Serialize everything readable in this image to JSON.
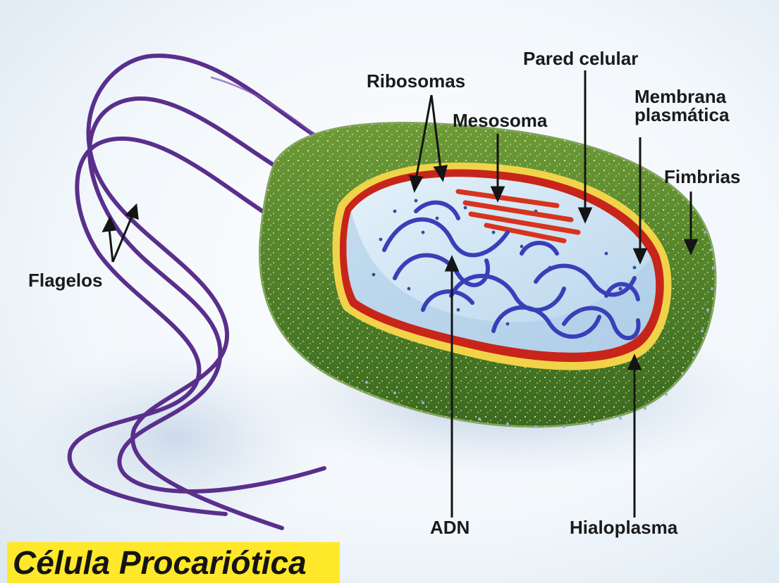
{
  "title": "Célula Procariótica",
  "labels": {
    "pared_celular": "Pared celular",
    "ribosomas": "Ribosomas",
    "mesosoma": "Mesosoma",
    "membrana_line1": "Membrana",
    "membrana_line2": "plasmática",
    "fimbrias": "Fimbrias",
    "flagelos": "Flagelos",
    "adn": "ADN",
    "hialoplasma": "Hialoplasma"
  },
  "colors": {
    "title_band": "#ffe82a",
    "cell_wall": "#5d8b2e",
    "membrane_yellow": "#f1d34a",
    "membrane_red": "#c8251a",
    "cytoplasm": "#cfe6f4",
    "dna": "#3a3fb8",
    "mesosome": "#d8331f",
    "flagella": "#5a2f8c"
  }
}
